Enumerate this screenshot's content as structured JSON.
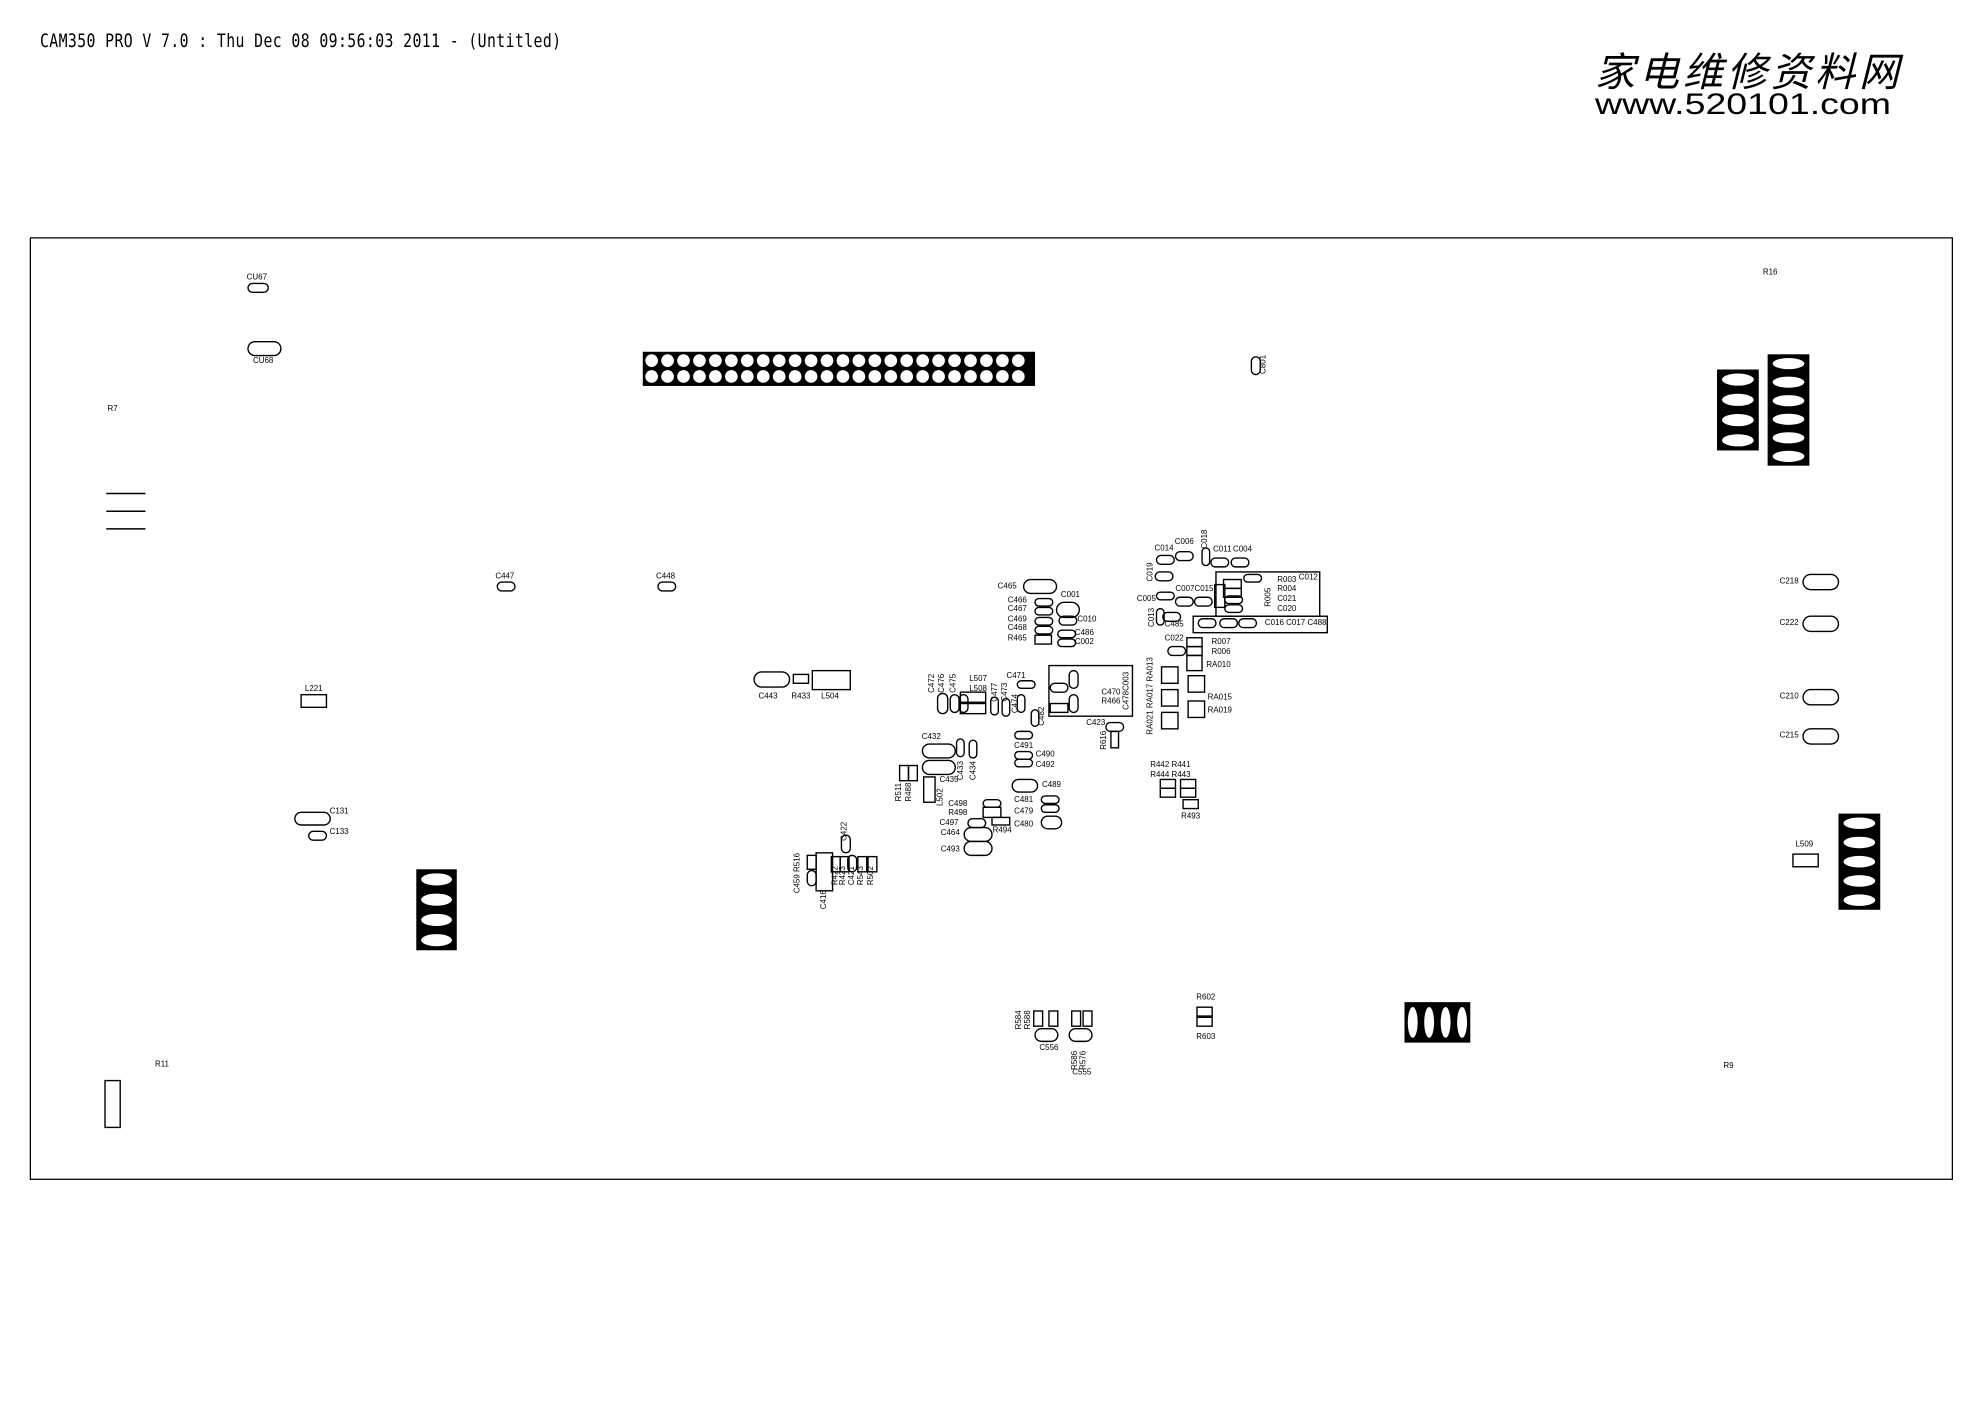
{
  "header": {
    "title": "CAM350 PRO V 7.0 : Thu Dec 08 09:56:03 2011 - (Untitled)"
  },
  "logo": {
    "cn": "家电维修资料网",
    "url": "www.520101.com"
  },
  "components": [
    "CU67",
    "CU68",
    "R7",
    "C447",
    "C448",
    "L221",
    "C131",
    "C133",
    "C801",
    "R16",
    "C218",
    "C222",
    "C210",
    "C215",
    "L509",
    "R11",
    "R9",
    "C443",
    "R433",
    "L504",
    "C465",
    "C001",
    "C466",
    "C467",
    "C469",
    "C468",
    "R465",
    "C010",
    "C486",
    "C002",
    "C014",
    "C006",
    "C018",
    "C011",
    "C004",
    "C019",
    "C005",
    "C007C015",
    "C013",
    "C485",
    "R003",
    "C012",
    "R005",
    "R004",
    "C021",
    "C020",
    "C016 C017 C488",
    "C022",
    "R007",
    "R006",
    "RA010",
    "RA021 RA017 RA013",
    "RA015",
    "RA019",
    "C470",
    "R466",
    "C478C003",
    "C423",
    "R616",
    "C472",
    "C476",
    "C475",
    "L507",
    "L508",
    "C477",
    "C473",
    "C474",
    "C471",
    "C482",
    "C491",
    "C490",
    "C492",
    "C489",
    "C481",
    "C479",
    "C480",
    "C432",
    "C433",
    "C434",
    "C435",
    "R511",
    "R488",
    "L502",
    "C498",
    "R498",
    "R494",
    "C497",
    "C464",
    "C493",
    "C422",
    "C459 R516",
    "C416",
    "R422",
    "R423",
    "C421",
    "R543",
    "R502",
    "R442 R441",
    "R444 R443",
    "R493",
    "R584",
    "R588",
    "C556",
    "R586",
    "R576",
    "C555",
    "R602",
    "R603"
  ]
}
